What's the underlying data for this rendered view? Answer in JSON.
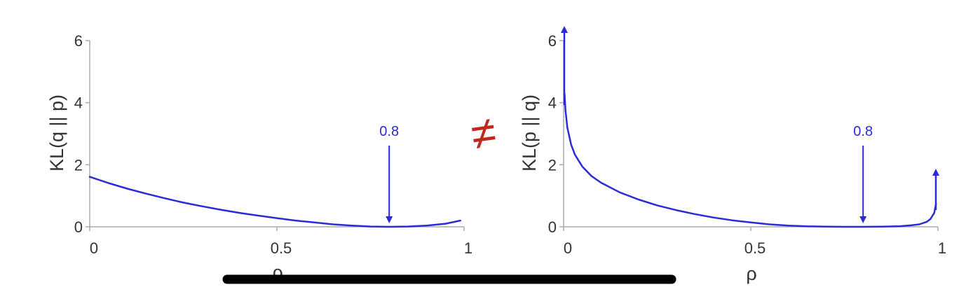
{
  "colors": {
    "curve": "#2b2bd6",
    "axis": "#aaaaaa",
    "text": "#333333",
    "neq_symbol": "#c0281e",
    "bar": "#000000"
  },
  "chart_data": [
    {
      "type": "line",
      "ylabel": "KL(q || p)",
      "xlabel": "ρ",
      "xlim": [
        0,
        1
      ],
      "ylim": [
        0,
        6
      ],
      "x_ticks": [
        "0",
        "0.5",
        "1"
      ],
      "y_ticks": [
        "0",
        "2",
        "4",
        "6"
      ],
      "grid": false,
      "annotation": {
        "text": "0.8",
        "x": 0.8
      },
      "series": [
        {
          "x": [
            0,
            0.05,
            0.1,
            0.15,
            0.2,
            0.25,
            0.3,
            0.35,
            0.4,
            0.45,
            0.5,
            0.55,
            0.6,
            0.65,
            0.7,
            0.75,
            0.8,
            0.85,
            0.9,
            0.95,
            0.99
          ],
          "y": [
            1.61,
            1.41,
            1.23,
            1.07,
            0.92,
            0.78,
            0.66,
            0.55,
            0.45,
            0.36,
            0.28,
            0.2,
            0.14,
            0.08,
            0.04,
            0.01,
            0.0,
            0.01,
            0.04,
            0.1,
            0.2
          ]
        }
      ]
    },
    {
      "type": "line",
      "ylabel": "KL(p || q)",
      "xlabel": "ρ",
      "xlim": [
        0,
        1
      ],
      "ylim": [
        0,
        6
      ],
      "x_ticks": [
        "0",
        "0.5",
        "1"
      ],
      "y_ticks": [
        "0",
        "2",
        "4",
        "6"
      ],
      "grid": false,
      "annotation": {
        "text": "0.8",
        "x": 0.8
      },
      "series": [
        {
          "x": [
            0.0025,
            0.005,
            0.01,
            0.02,
            0.03,
            0.05,
            0.075,
            0.1,
            0.15,
            0.2,
            0.25,
            0.3,
            0.35,
            0.4,
            0.45,
            0.5,
            0.55,
            0.6,
            0.65,
            0.7,
            0.75,
            0.8,
            0.85,
            0.9,
            0.93,
            0.95,
            0.97,
            0.98,
            0.99,
            0.995
          ],
          "y": [
            4.3,
            3.75,
            3.2,
            2.65,
            2.33,
            1.94,
            1.63,
            1.42,
            1.11,
            0.88,
            0.69,
            0.54,
            0.41,
            0.3,
            0.21,
            0.14,
            0.08,
            0.04,
            0.015,
            0.004,
            0.0,
            0.0,
            0.004,
            0.02,
            0.05,
            0.08,
            0.16,
            0.25,
            0.45,
            0.75
          ]
        }
      ]
    }
  ],
  "neq_symbol": "≠"
}
